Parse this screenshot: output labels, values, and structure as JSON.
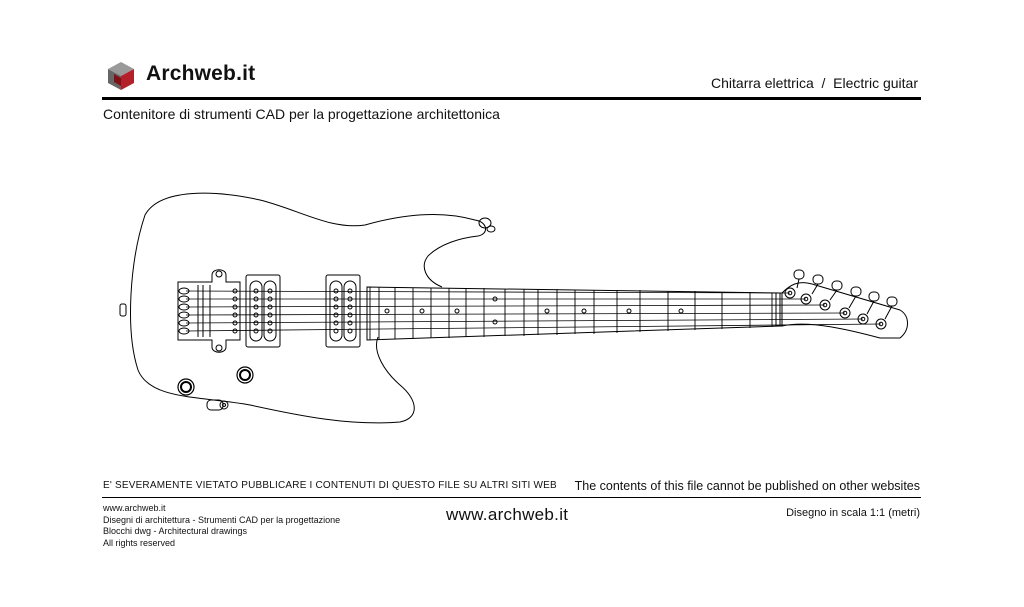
{
  "header": {
    "brand": "Archweb.it",
    "title": "Chitarra elettrica  /  Electric guitar",
    "subtitle": "Contenitore di strumenti CAD per la progettazione architettonica"
  },
  "drawing": {
    "icon": "electric-guitar-drawing"
  },
  "footer": {
    "warning_it": "E' SEVERAMENTE VIETATO PUBBLICARE I CONTENUTI DI QUESTO FILE SU ALTRI SITI WEB",
    "warning_en": "The contents of this file cannot be published on other websites",
    "lines": [
      "www.archweb.it",
      "Disegni di architettura - Strumenti CAD  per la progettazione",
      "Blocchi dwg - Architectural drawings",
      "All rights reserved"
    ],
    "url": "www.archweb.it",
    "scale": "Disegno in scala 1:1 (metri)"
  },
  "colors": {
    "logo_red": "#b3202a",
    "logo_gray": "#777777",
    "line": "#000000"
  }
}
